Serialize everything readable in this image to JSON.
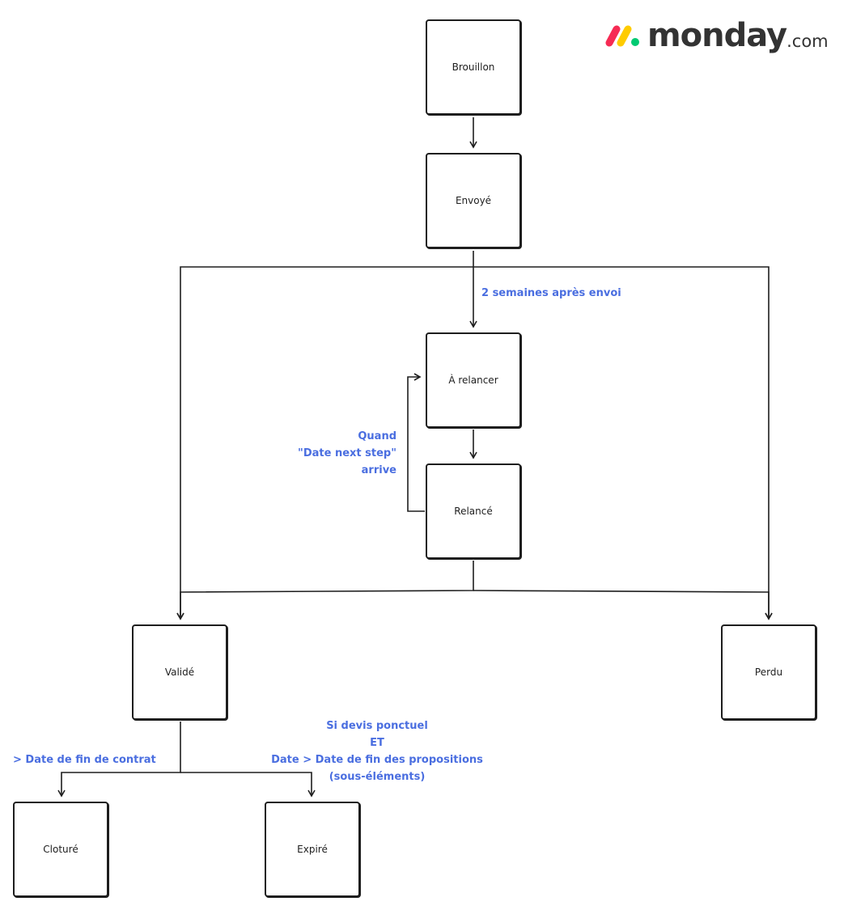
{
  "brand": {
    "word": "monday",
    "tld": ".com",
    "colors": [
      "#f62b54",
      "#ffcc00",
      "#00ca72"
    ]
  },
  "colors": {
    "stroke": "#1e1e1e",
    "annotation": "#4a6ee0"
  },
  "nodes": {
    "brouillon": "Brouillon",
    "envoye": "Envoyé",
    "a_relancer": "À relancer",
    "relance": "Relancé",
    "valide": "Validé",
    "perdu": "Perdu",
    "cloture": "Cloturé",
    "expire": "Expiré"
  },
  "annotations": {
    "after_send": "2 semaines après envoi",
    "loop": [
      "Quand",
      "\"Date next step\"",
      "arrive"
    ],
    "end_contract": "> Date de fin de contrat",
    "expire_condition": [
      "Si devis ponctuel",
      "ET",
      "Date > Date de fin des propositions",
      "(sous-éléments)"
    ]
  }
}
